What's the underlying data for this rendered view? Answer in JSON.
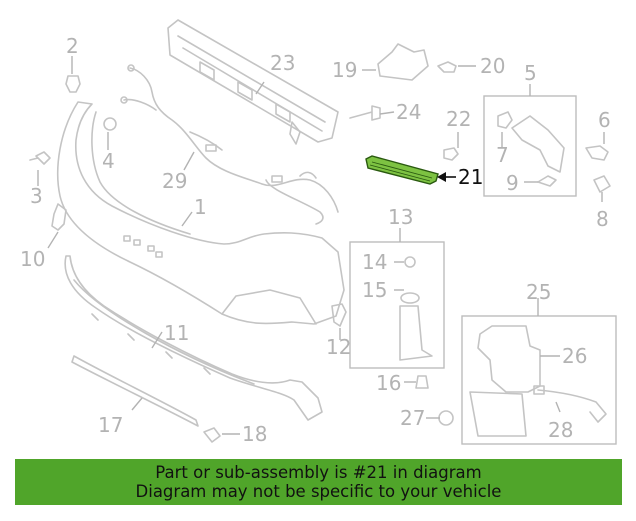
{
  "diagram": {
    "highlighted_callout": "21",
    "highlight_color": "#7dc242",
    "callouts": [
      {
        "id": "c1",
        "label": "1"
      },
      {
        "id": "c2",
        "label": "2"
      },
      {
        "id": "c3",
        "label": "3"
      },
      {
        "id": "c4",
        "label": "4"
      },
      {
        "id": "c5",
        "label": "5"
      },
      {
        "id": "c6",
        "label": "6"
      },
      {
        "id": "c7",
        "label": "7"
      },
      {
        "id": "c8",
        "label": "8"
      },
      {
        "id": "c9",
        "label": "9"
      },
      {
        "id": "c10",
        "label": "10"
      },
      {
        "id": "c11",
        "label": "11"
      },
      {
        "id": "c12",
        "label": "12"
      },
      {
        "id": "c13",
        "label": "13"
      },
      {
        "id": "c14",
        "label": "14"
      },
      {
        "id": "c15",
        "label": "15"
      },
      {
        "id": "c16",
        "label": "16"
      },
      {
        "id": "c17",
        "label": "17"
      },
      {
        "id": "c18",
        "label": "18"
      },
      {
        "id": "c19",
        "label": "19"
      },
      {
        "id": "c20",
        "label": "20"
      },
      {
        "id": "c21",
        "label": "21"
      },
      {
        "id": "c22",
        "label": "22"
      },
      {
        "id": "c23",
        "label": "23"
      },
      {
        "id": "c24",
        "label": "24"
      },
      {
        "id": "c25",
        "label": "25"
      },
      {
        "id": "c26",
        "label": "26"
      },
      {
        "id": "c27",
        "label": "27"
      },
      {
        "id": "c28",
        "label": "28"
      },
      {
        "id": "c29",
        "label": "29"
      }
    ]
  },
  "banner": {
    "line1": "Part or sub-assembly is #21 in diagram",
    "line2": "Diagram may not be specific to your vehicle",
    "background": "#50a52a"
  }
}
